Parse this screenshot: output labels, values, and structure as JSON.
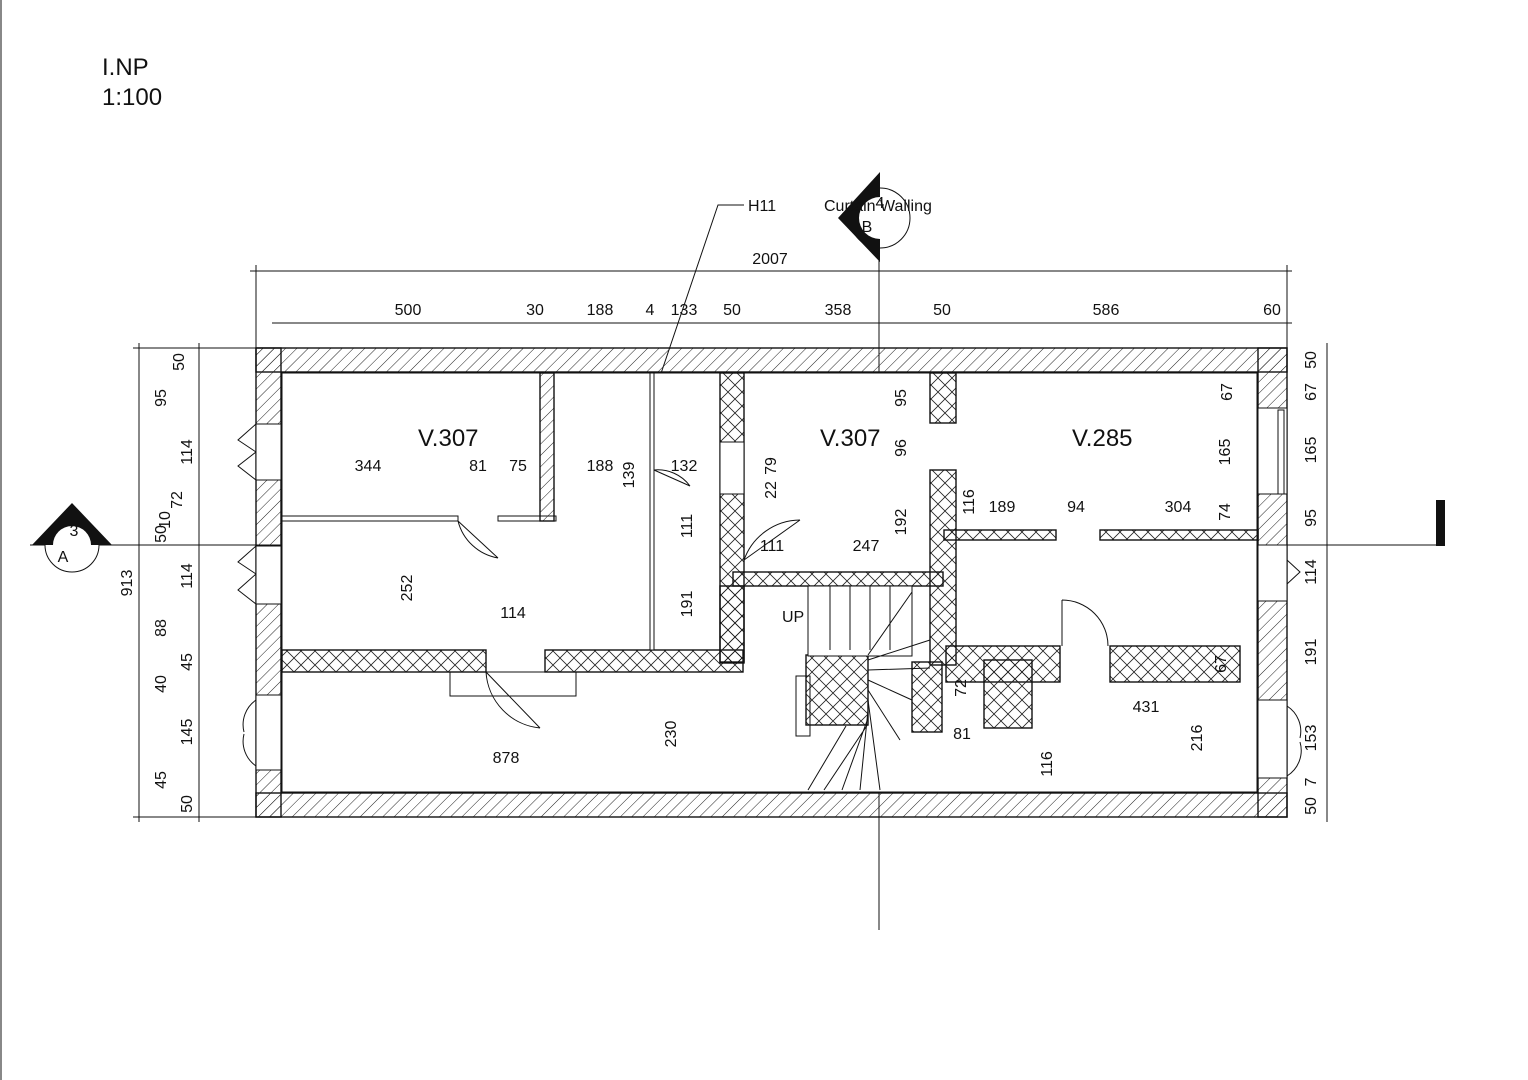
{
  "sheet": {
    "level": "I.NP",
    "scale": "1:100"
  },
  "rooms": [
    "V.307",
    "V.307",
    "V.285"
  ],
  "labels": {
    "tag": "H11",
    "curtain": "Curtain Walling",
    "stair_up": "UP"
  },
  "sections": {
    "a": {
      "number": "3",
      "letter": "A"
    },
    "b": {
      "number": "4",
      "letter": "B"
    }
  },
  "dims": {
    "overall_width": "2007",
    "overall_depth": "913",
    "top_row": [
      "500",
      "30",
      "188",
      "4",
      "133",
      "50",
      "358",
      "50",
      "586",
      "60"
    ],
    "left_col": [
      "50",
      "95",
      "114",
      "72",
      "10",
      "50",
      "114",
      "88",
      "45",
      "40",
      "145",
      "45",
      "50"
    ],
    "right_col": [
      "50",
      "67",
      "165",
      "95",
      "114",
      "191",
      "153",
      "7",
      "50"
    ],
    "interior": [
      "344",
      "81",
      "75",
      "188",
      "139",
      "132",
      "79",
      "22",
      "95",
      "96",
      "67",
      "165",
      "116",
      "189",
      "94",
      "304",
      "74",
      "192",
      "111",
      "111",
      "247",
      "252",
      "114",
      "191",
      "230",
      "878",
      "72",
      "81",
      "431",
      "216",
      "67",
      "116"
    ]
  }
}
